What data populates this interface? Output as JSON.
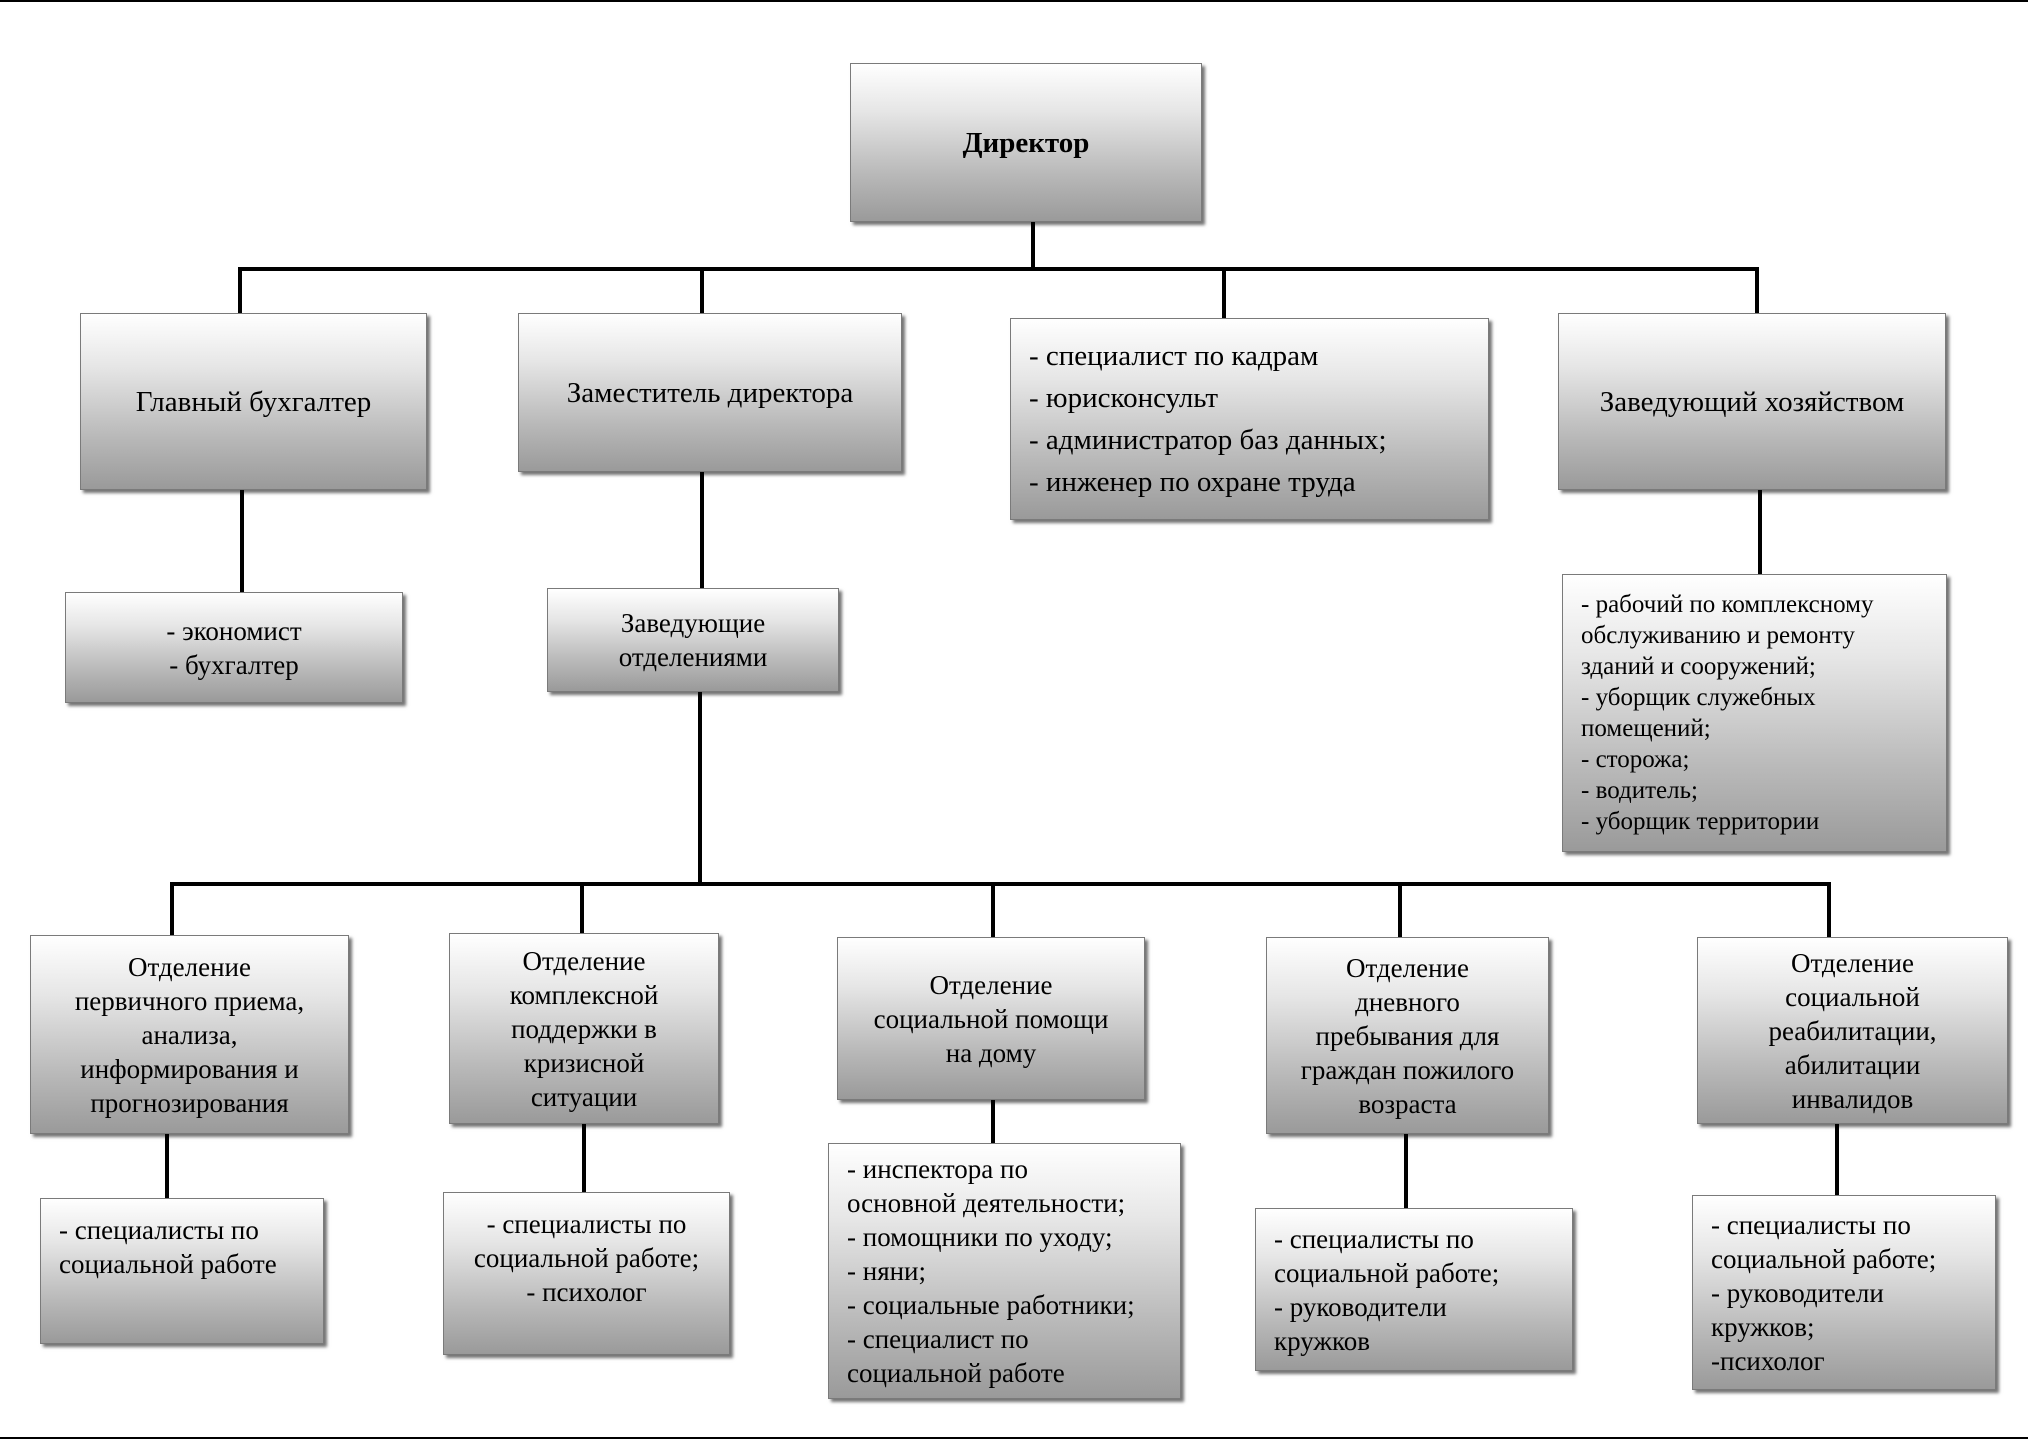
{
  "org_chart": {
    "director": "Директор",
    "chief_accountant": "Главный бухгалтер",
    "chief_accountant_staff": "- экономист\n- бухгалтер",
    "deputy_director": "Заместитель директора",
    "department_heads": "Заведующие\nотделениями",
    "specialists": "- специалист по кадрам\n- юрисконсульт\n- администратор баз данных;\n- инженер по охране труда",
    "household_manager": "Заведующий хозяйством",
    "household_staff": "- рабочий по комплексному\nобслуживанию и ремонту\nзданий и сооружений;\n- уборщик служебных\nпомещений;\n- сторожа;\n- водитель;\n- уборщик территории",
    "departments": [
      {
        "name": "Отделение\nпервичного приема,\nанализа,\nинформирования и\nпрогнозирования",
        "staff": "- специалисты по\nсоциальной работе"
      },
      {
        "name": "Отделение\nкомплексной\nподдержки в\nкризисной\nситуации",
        "staff": "- специалисты по\nсоциальной работе;\n- психолог"
      },
      {
        "name": "Отделение\nсоциальной помощи\nна дому",
        "staff": "- инспектора по\nосновной деятельности;\n- помощники по уходу;\n- няни;\n- социальные работники;\n- специалист по\nсоциальной работе"
      },
      {
        "name": "Отделение\nдневного\nпребывания для\nграждан пожилого\nвозраста",
        "staff": "- специалисты по\nсоциальной работе;\n- руководители\nкружков"
      },
      {
        "name": "Отделение\nсоциальной\nреабилитации,\nабилитации\nинвалидов",
        "staff": "- специалисты по\nсоциальной работе;\n- руководители\nкружков;\n-психолог"
      }
    ]
  }
}
